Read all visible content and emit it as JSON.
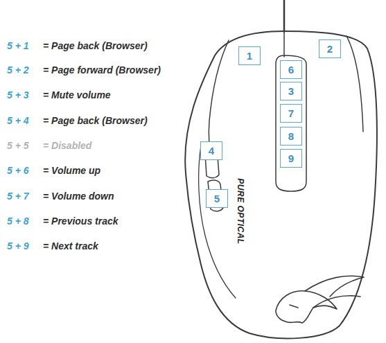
{
  "diagram": {
    "nodes": [
      {
        "text": [
          "1"
        ]
      },
      {
        "text": [
          "2"
        ]
      },
      {
        "text": [
          "6"
        ]
      },
      {
        "text": [
          "3"
        ]
      },
      {
        "text": [
          "7"
        ]
      },
      {
        "text": [
          "4"
        ]
      },
      {
        "text": [
          "8"
        ]
      },
      {
        "text": [
          "9"
        ]
      },
      {
        "text": [
          "5"
        ]
      }
    ],
    "labels": [
      "5 + 1",
      "= Page back (Browser)",
      "5 + 2",
      "= Page forward (Browser)",
      "5 + 3",
      "= Mute volume",
      "5 + 4",
      "= Page back (Browser)",
      "5 + 5",
      "= Disabled",
      "5 + 6",
      "= Volume up",
      "5 + 7",
      "= Volume down",
      "5 + 8",
      "= Previous track",
      "5 + 9",
      "= Next track",
      "PURE OPTICAL"
    ]
  }
}
